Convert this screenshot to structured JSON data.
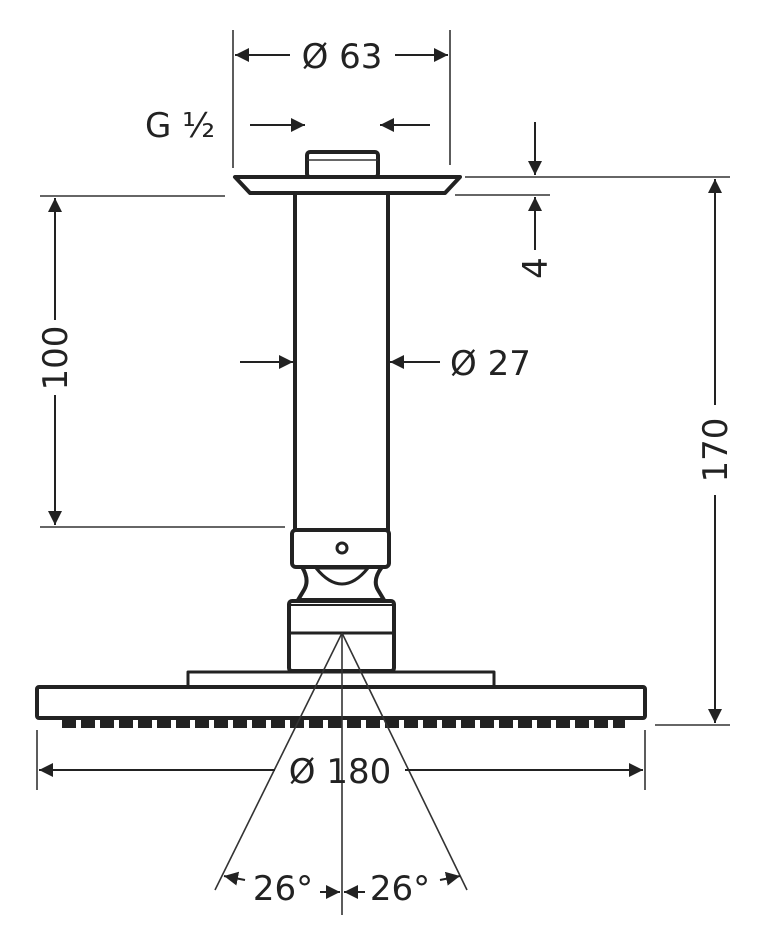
{
  "drawing": {
    "title": "Overhead shower with ceiling connector",
    "dimensions": {
      "flange_diameter": "Ø 63",
      "thread": "G ½",
      "flange_thickness": "4",
      "arm_length": "100",
      "pipe_diameter": "Ø 27",
      "total_height": "170",
      "head_diameter": "Ø 180",
      "angle_left": "26°",
      "angle_right": "26°"
    },
    "colors": {
      "line": "#222222",
      "background": "#ffffff"
    }
  }
}
